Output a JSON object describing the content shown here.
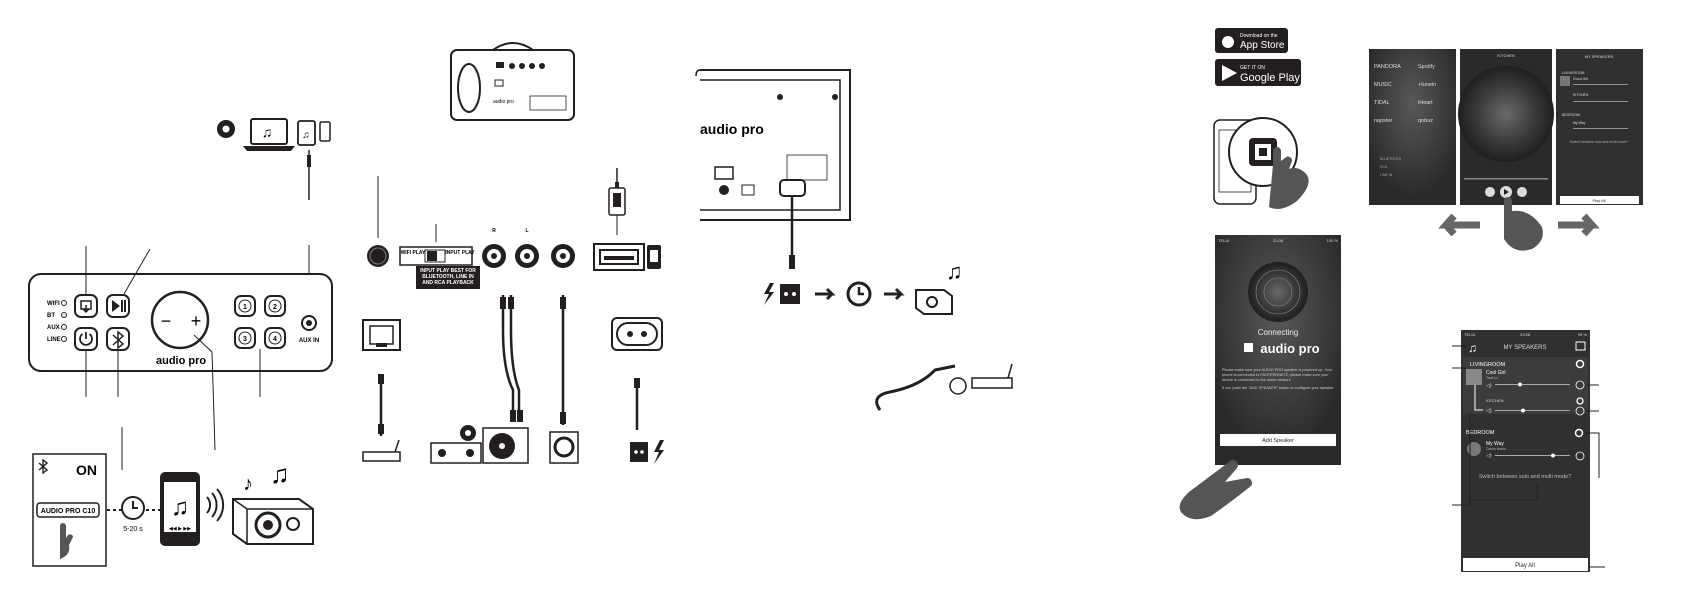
{
  "speaker_panel": {
    "indicators": [
      "WIFI",
      "BT",
      "AUX",
      "LINE"
    ],
    "presets": [
      "1",
      "2",
      "3",
      "4"
    ],
    "brand": "audio pro",
    "aux_label": "AUX IN",
    "volume_minus": "−",
    "volume_plus": "+"
  },
  "bt_pairing": {
    "status": "ON",
    "device_name": "AUDIO PRO C10",
    "wait_time": "5-20 s"
  },
  "rear_panel": {
    "switch_left": "WIFI PLAY",
    "switch_right": "INPUT PLAY",
    "switch_note": "INPUT PLAY BEST FOR BLUETOOTH, LINE IN AND RCA PLAYBACK",
    "rca_left": "R",
    "rca_right": "L",
    "brand": "audio pro"
  },
  "app_stores": {
    "apple_small": "Download on the",
    "apple_big": "App Store",
    "google_small": "GET IT ON",
    "google_big": "Google Play"
  },
  "connect_screen": {
    "carrier": "TELIA",
    "time": "22:08",
    "battery": "100 %",
    "status": "Connecting",
    "brand": "audio pro",
    "body": "Please make sure your AUDIO PRO speaker is powered up. Your phone is connected to PANTERNNETZ, please make sure your device is connected to the same network.",
    "body2": "If not, push the \"ADD SPEAKER\" button to configure your speaker.",
    "button": "Add Speaker"
  },
  "services": [
    "PANDORA",
    "Spotify",
    "MUSIC",
    "+tunein",
    "TIDAL",
    "iHeart",
    "napster",
    "qobuz"
  ],
  "sources": [
    "BLUETOOTH",
    "RCA",
    "LINE IN"
  ],
  "small_speakers": {
    "title": "MY SPEAKERS",
    "room1": "LIVINGROOM",
    "track1": "Good Girl",
    "room2": "KITCHEN",
    "room3": "BEDROOM",
    "track3": "My Way",
    "hint": "Switch between solo and multi mode?",
    "play_all": "Play All",
    "middle_title": "KITCHEN"
  },
  "speakers_screen": {
    "carrier": "TELIA",
    "time": "23:58",
    "battery": "95 %",
    "title": "MY SPEAKERS",
    "room1": "LIVINGROOM",
    "track1": "Cool Girl",
    "artist1": "Tove Lo",
    "room2": "KITCHEN",
    "room3": "BEDROOM",
    "track3": "My Way",
    "artist3": "Calvin Harris",
    "hint": "Switch between solo and multi mode?",
    "play_all": "Play All"
  }
}
